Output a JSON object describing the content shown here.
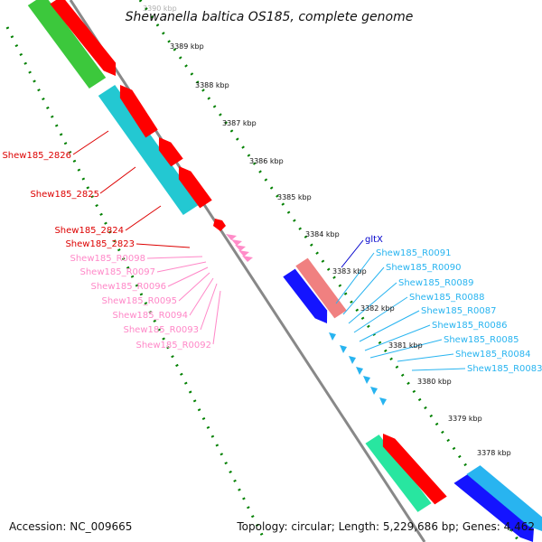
{
  "title": "Shewanella baltica OS185, complete genome",
  "footer": {
    "accession": "Accession: NC_009665",
    "topology": "Topology: circular; Length: 5,229,686 bp; Genes: 4,462"
  },
  "colors": {
    "red": "#ff0000",
    "cyan": "#23c8d2",
    "green": "#3cc83c",
    "blue": "#1414ff",
    "salmon": "#f08080",
    "pink": "#ff8cc8",
    "lightblue": "#28b4f0",
    "mint": "#28e6a0",
    "darkgreen": "#008000",
    "gray": "#999999"
  },
  "kbp_ticks": [
    {
      "label": "3390 kbp",
      "faded": true
    },
    {
      "label": "3389 kbp"
    },
    {
      "label": "3388 kbp"
    },
    {
      "label": "3387 kbp"
    },
    {
      "label": "3386 kbp"
    },
    {
      "label": "3385 kbp"
    },
    {
      "label": "3384 kbp"
    },
    {
      "label": "3383 kbp"
    },
    {
      "label": "3382 kbp"
    },
    {
      "label": "3381 kbp"
    },
    {
      "label": "3380 kbp"
    },
    {
      "label": "3379 kbp"
    },
    {
      "label": "3378 kbp"
    }
  ],
  "left_labels": [
    {
      "text": "Shew185_2826",
      "color": "red"
    },
    {
      "text": "Shew185_2825",
      "color": "red"
    },
    {
      "text": "Shew185_2824",
      "color": "red"
    },
    {
      "text": "Shew185_2823",
      "color": "red"
    },
    {
      "text": "Shew185_R0098",
      "color": "pink"
    },
    {
      "text": "Shew185_R0097",
      "color": "pink"
    },
    {
      "text": "Shew185_R0096",
      "color": "pink"
    },
    {
      "text": "Shew185_R0095",
      "color": "pink"
    },
    {
      "text": "Shew185_R0094",
      "color": "pink"
    },
    {
      "text": "Shew185_R0093",
      "color": "pink"
    },
    {
      "text": "Shew185_R0092",
      "color": "pink"
    }
  ],
  "right_labels": [
    {
      "text": "gltX",
      "color": "blue"
    },
    {
      "text": "Shew185_R0091",
      "color": "lightblue"
    },
    {
      "text": "Shew185_R0090",
      "color": "lightblue"
    },
    {
      "text": "Shew185_R0089",
      "color": "lightblue"
    },
    {
      "text": "Shew185_R0088",
      "color": "lightblue"
    },
    {
      "text": "Shew185_R0087",
      "color": "lightblue"
    },
    {
      "text": "Shew185_R0086",
      "color": "lightblue"
    },
    {
      "text": "Shew185_R0085",
      "color": "lightblue"
    },
    {
      "text": "Shew185_R0084",
      "color": "lightblue"
    },
    {
      "text": "Shew185_R0083",
      "color": "lightblue"
    }
  ]
}
